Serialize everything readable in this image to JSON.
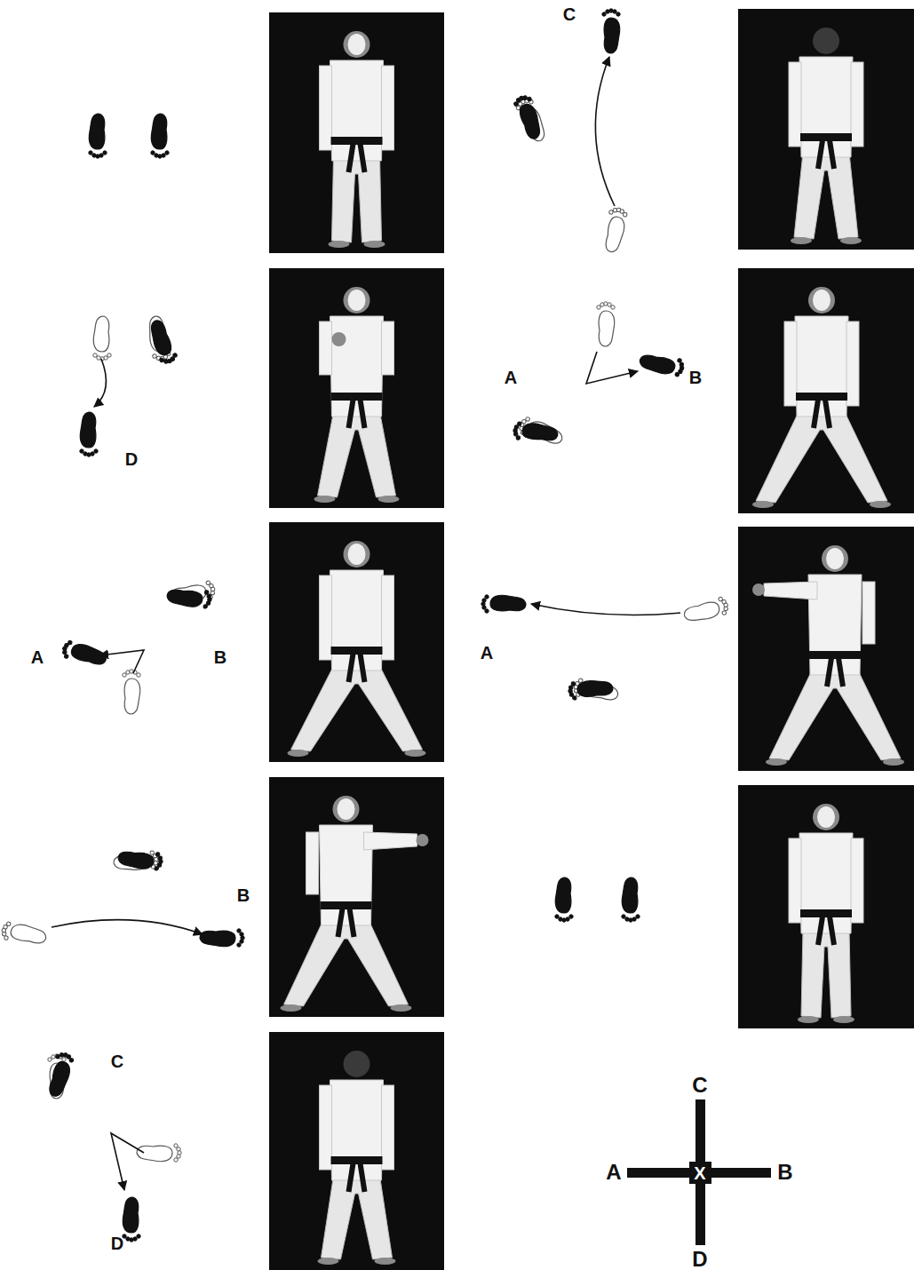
{
  "diagram": {
    "labels": [
      "C",
      "D",
      "A",
      "B",
      "A",
      "B",
      "A",
      "B",
      "C",
      "D",
      "C",
      "A",
      "X",
      "B",
      "D"
    ]
  }
}
